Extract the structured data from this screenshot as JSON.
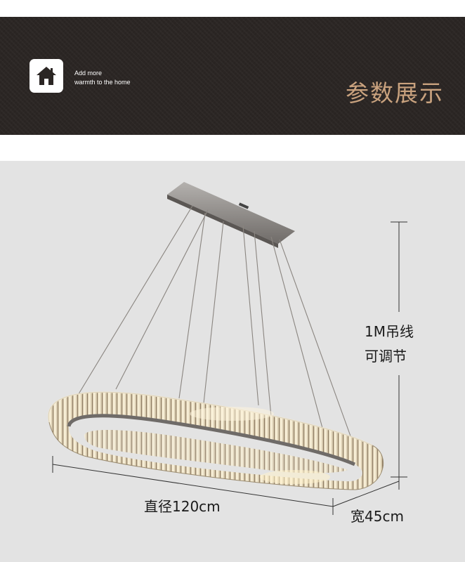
{
  "banner": {
    "tagline_line1": "Add more",
    "tagline_line2": "warmth to the home",
    "heading": "参数展示",
    "heading_color": "#c9a27e",
    "icon": "home-icon"
  },
  "dimensions": {
    "drop_line1": "1M吊线",
    "drop_line2": "可调节",
    "diameter": "直径120cm",
    "width": "宽45cm"
  }
}
